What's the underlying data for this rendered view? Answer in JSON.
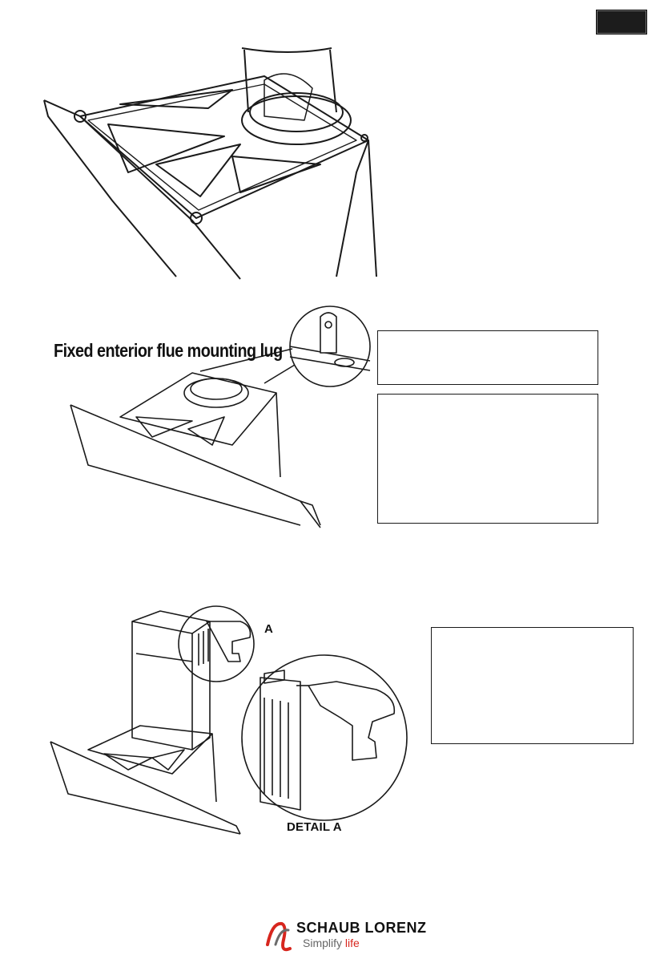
{
  "page": {
    "badge_color": "#1c1c1c"
  },
  "figure2": {
    "label": "Fixed enterior flue mounting lug"
  },
  "figure3": {
    "label_a": "A",
    "label_detail": "DETAIL A"
  },
  "footer": {
    "brand_first": "SCHAUB",
    "brand_second": "LORENZ",
    "tagline_first": "Simplify",
    "tagline_second": "life",
    "accent_color": "#d7261e"
  }
}
